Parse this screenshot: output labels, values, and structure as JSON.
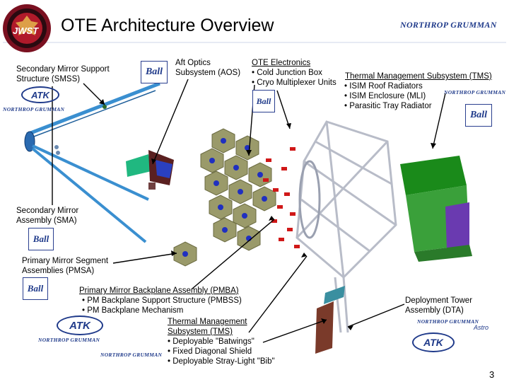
{
  "header": {
    "title": "OTE Architecture Overview",
    "seal_text": "JWST",
    "company_logo": "NORTHROP GRUMMAN"
  },
  "labels": {
    "smss": {
      "line1": "Secondary Mirror Support",
      "line2": "Structure (SMSS)"
    },
    "aos": {
      "line1": "Aft Optics",
      "line2": "Subsystem (AOS)"
    },
    "ote_electronics": {
      "title": "OTE Electronics",
      "items": [
        "Cold Junction Box",
        "Cryo Multiplexer Units"
      ]
    },
    "tms_top": {
      "title": "Thermal Management Subsystem (TMS)",
      "items": [
        "ISIM Roof Radiators",
        "ISIM Enclosure (MLI)",
        "Parasitic Tray Radiator"
      ]
    },
    "sma": {
      "line1": "Secondary Mirror",
      "line2": "Assembly (SMA)"
    },
    "pmsa": {
      "line1": "Primary Mirror Segment",
      "line2": "Assemblies (PMSA)"
    },
    "pmba": {
      "title": "Primary Mirror Backplane Assembly (PMBA)",
      "items": [
        "PM Backplane Support Structure (PMBSS)",
        "PM Backplane Mechanism"
      ]
    },
    "tms_bottom": {
      "title_line1": "Thermal Management",
      "title_line2": "Subsystem (TMS)",
      "items": [
        "Deployable \"Batwings\"",
        "Fixed Diagonal Shield",
        "Deployable Stray-Light \"Bib\""
      ]
    },
    "dta": {
      "line1": "Deployment Tower",
      "line2": "Assembly (DTA)"
    }
  },
  "logos": {
    "ball": "Ball",
    "atk": "ATK",
    "northrop": "NORTHROP GRUMMAN",
    "astro": "Astro"
  },
  "page_number": "3",
  "colors": {
    "title": "#000000",
    "logo_blue": "#1f3a8a",
    "strut_blue": "#3a8fd0",
    "segment_gold": "#9a9a6a",
    "segment_blue": "#2030c0",
    "electronics_red": "#d01818",
    "frame_gray": "#b8bcc8",
    "radiator_green": "#1a8a1a",
    "enclosure_purple": "#6a3ab0"
  }
}
